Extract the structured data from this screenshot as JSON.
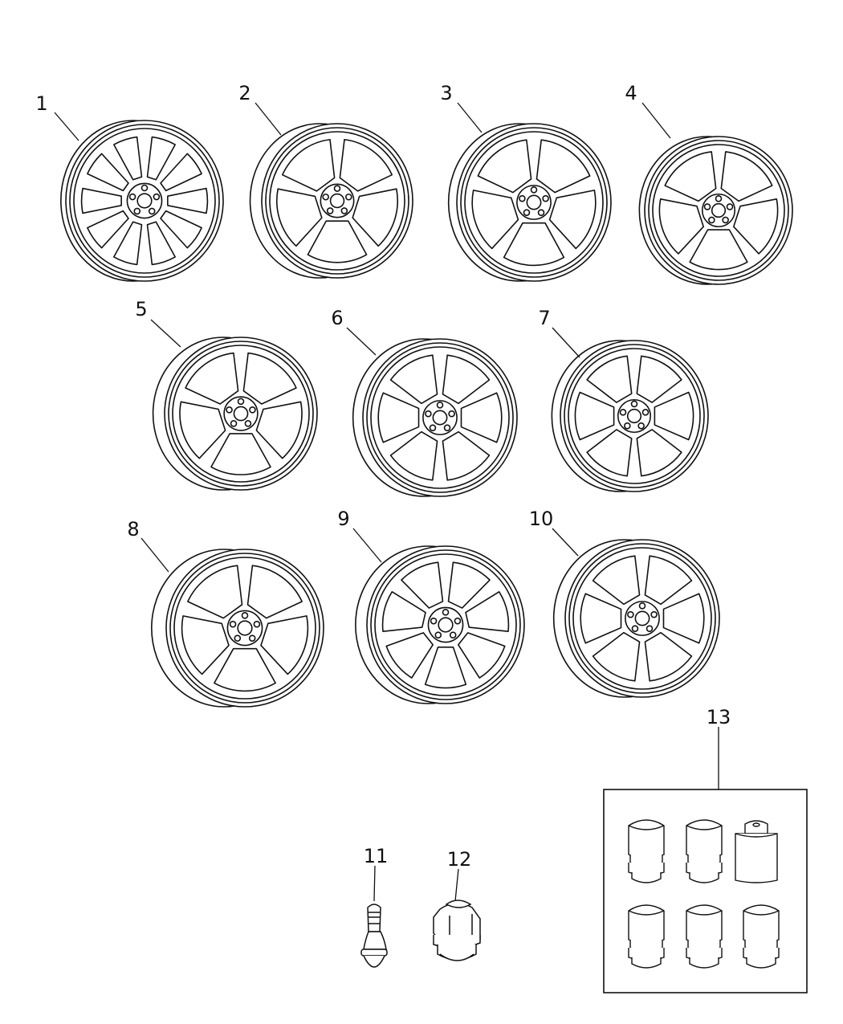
{
  "callouts": {
    "c1": "1",
    "c2": "2",
    "c3": "3",
    "c4": "4",
    "c5": "5",
    "c6": "6",
    "c7": "7",
    "c8": "8",
    "c9": "9",
    "c10": "10",
    "c11": "11",
    "c12": "12",
    "c13": "13"
  },
  "parts": [
    {
      "callout": "1",
      "item": "wheel",
      "spokes": 10
    },
    {
      "callout": "2",
      "item": "steel-wheel",
      "spokes": 5
    },
    {
      "callout": "3",
      "item": "wheel",
      "spokes": 5
    },
    {
      "callout": "4",
      "item": "wheel",
      "spokes": 5
    },
    {
      "callout": "5",
      "item": "wheel",
      "spokes": 5
    },
    {
      "callout": "6",
      "item": "wheel",
      "spokes": 6
    },
    {
      "callout": "7",
      "item": "wheel",
      "spokes": 6
    },
    {
      "callout": "8",
      "item": "wheel",
      "spokes": 5
    },
    {
      "callout": "9",
      "item": "wheel",
      "spokes": 7
    },
    {
      "callout": "10",
      "item": "wheel",
      "spokes": 6
    },
    {
      "callout": "11",
      "item": "valve-stem"
    },
    {
      "callout": "12",
      "item": "lug-nut"
    },
    {
      "callout": "13",
      "item": "lock-nut-kit"
    }
  ],
  "colors": {
    "line": "#111111",
    "background": "#ffffff"
  }
}
